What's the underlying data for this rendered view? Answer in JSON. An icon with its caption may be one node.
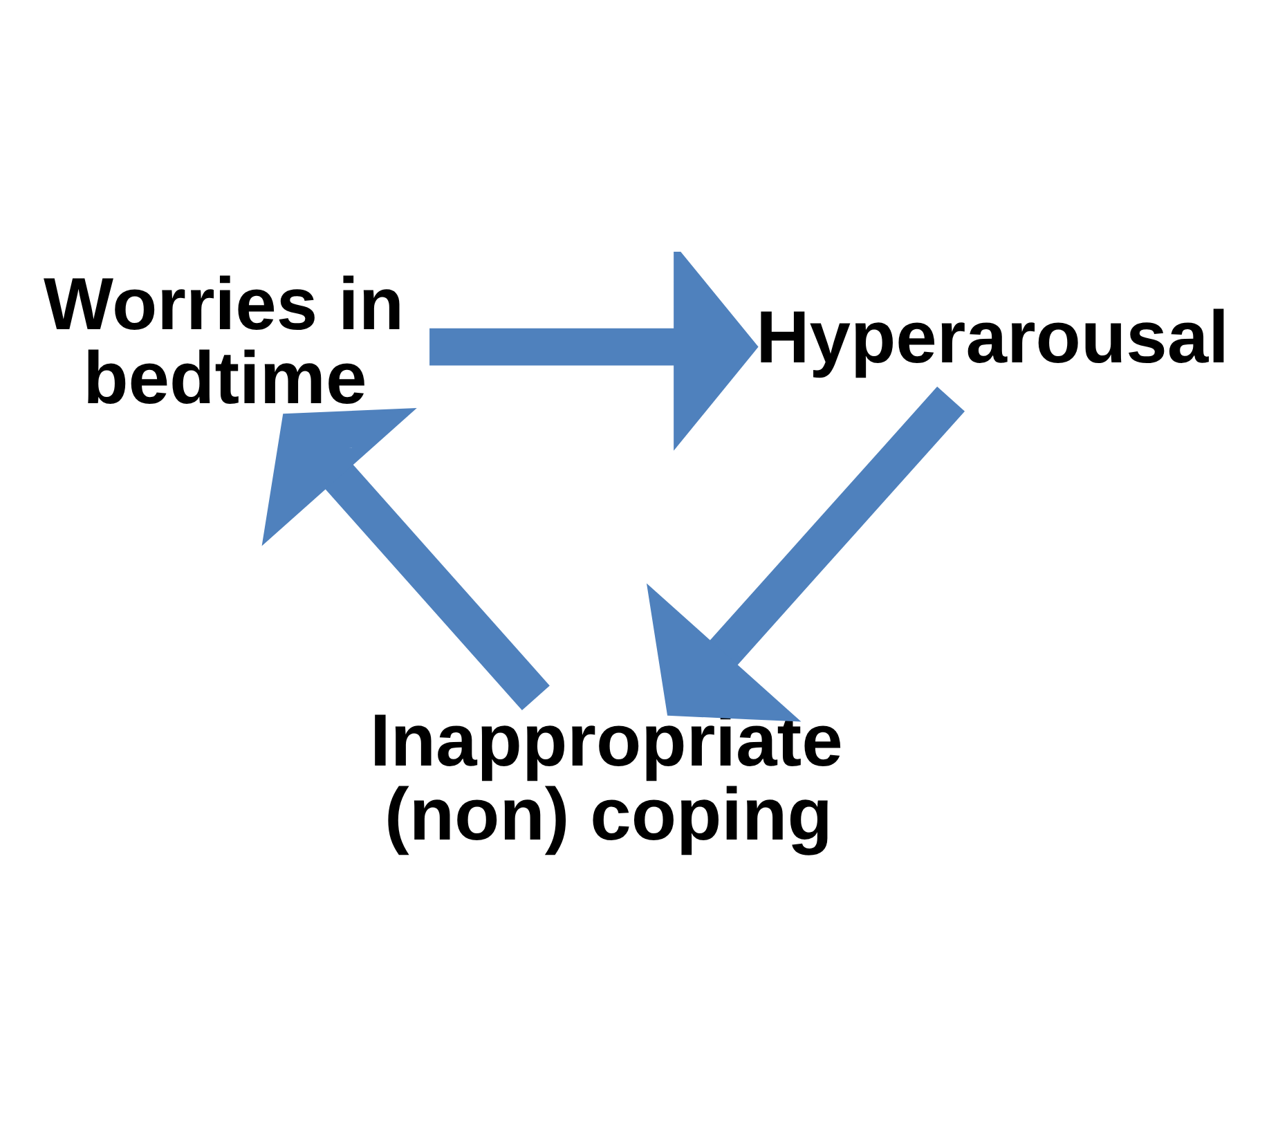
{
  "diagram": {
    "nodes": [
      {
        "text": [
          "Worries in bedtime"
        ]
      },
      {
        "text": [
          "Hyperarousal"
        ]
      },
      {
        "text": [
          "Inappropriate (non) coping"
        ]
      }
    ],
    "edges": [
      {
        "from": 0,
        "to": 1,
        "arrow": "to"
      },
      {
        "from": 1,
        "to": 2,
        "arrow": "to"
      },
      {
        "from": 2,
        "to": 0,
        "arrow": "to"
      }
    ]
  }
}
